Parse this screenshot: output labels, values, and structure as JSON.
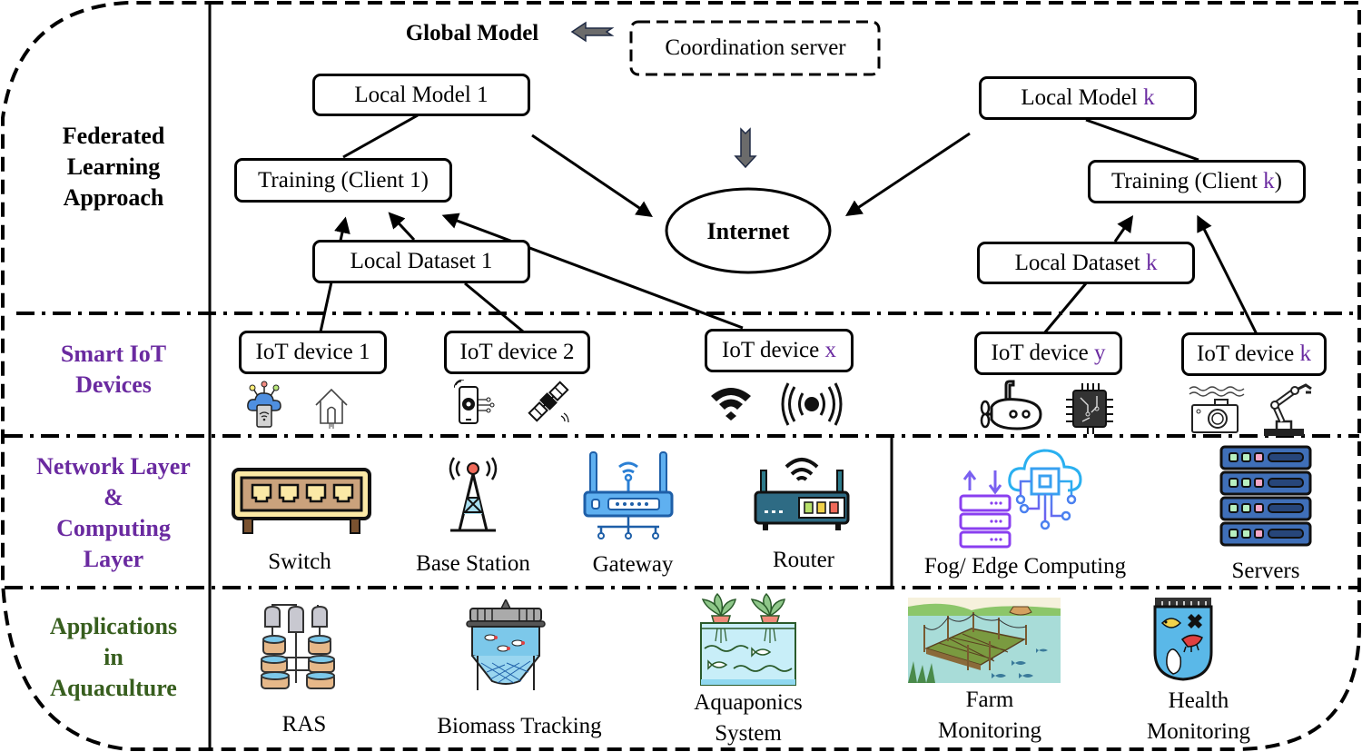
{
  "layers": {
    "federated": {
      "label_lines": [
        "Federated",
        "Learning",
        "Approach"
      ],
      "color": "#000000"
    },
    "iot": {
      "label_lines": [
        "Smart IoT",
        "Devices"
      ],
      "color": "#6a2aa0"
    },
    "network": {
      "label_lines": [
        "Network Layer",
        "&",
        "Computing",
        "Layer"
      ],
      "color": "#6a2aa0"
    },
    "applications": {
      "label_lines": [
        "Applications",
        "in",
        "Aquaculture"
      ],
      "color": "#375e1e"
    }
  },
  "federated": {
    "global_model": "Global Model",
    "coordination_server": "Coordination server",
    "internet": "Internet",
    "client1": {
      "local_model": "Local Model 1",
      "training": "Training (Client 1)",
      "local_dataset": "Local Dataset 1"
    },
    "clientk": {
      "local_model_prefix": "Local Model ",
      "training_prefix": "Training (Client ",
      "training_suffix": ")",
      "local_dataset_prefix": "Local Dataset ",
      "index": "k"
    }
  },
  "iot_devices": [
    {
      "prefix": "IoT device ",
      "index": "1",
      "index_accent": false,
      "icons": [
        "cloud-iot-icon",
        "smart-home-icon"
      ]
    },
    {
      "prefix": "IoT device ",
      "index": "2",
      "index_accent": false,
      "icons": [
        "smartphone-gear-icon",
        "satellite-icon"
      ]
    },
    {
      "prefix": "IoT device ",
      "index": "x",
      "index_accent": true,
      "icons": [
        "wifi-icon",
        "broadcast-icon"
      ]
    },
    {
      "prefix": "IoT device ",
      "index": "y",
      "index_accent": true,
      "icons": [
        "submarine-icon",
        "chip-icon"
      ]
    },
    {
      "prefix": "IoT device ",
      "index": "k",
      "index_accent": true,
      "icons": [
        "underwater-camera-icon",
        "robot-arm-icon"
      ]
    }
  ],
  "network": {
    "items": [
      {
        "label": "Switch",
        "icon": "switch-icon"
      },
      {
        "label": "Base Station",
        "icon": "base-station-icon"
      },
      {
        "label": "Gateway",
        "icon": "gateway-icon"
      },
      {
        "label": "Router",
        "icon": "router-icon"
      }
    ],
    "computing": [
      {
        "label": "Fog/ Edge Computing",
        "icon": "fog-edge-icon"
      },
      {
        "label": "Servers",
        "icon": "servers-icon"
      }
    ]
  },
  "applications": [
    {
      "label_lines": [
        "RAS"
      ],
      "icon": "ras-icon"
    },
    {
      "label_lines": [
        "Biomass Tracking"
      ],
      "icon": "biomass-cage-icon"
    },
    {
      "label_lines": [
        "Aquaponics",
        "System"
      ],
      "icon": "aquaponics-icon"
    },
    {
      "label_lines": [
        "Farm",
        "Monitoring"
      ],
      "icon": "farm-monitoring-icon"
    },
    {
      "label_lines": [
        "Health",
        "Monitoring"
      ],
      "icon": "health-monitoring-icon"
    }
  ],
  "colors": {
    "accent_purple": "#6a2aa0",
    "accent_green": "#375e1e",
    "arrow_gray": "#6b6b6b",
    "arrow_outline": "#1f2a44"
  }
}
